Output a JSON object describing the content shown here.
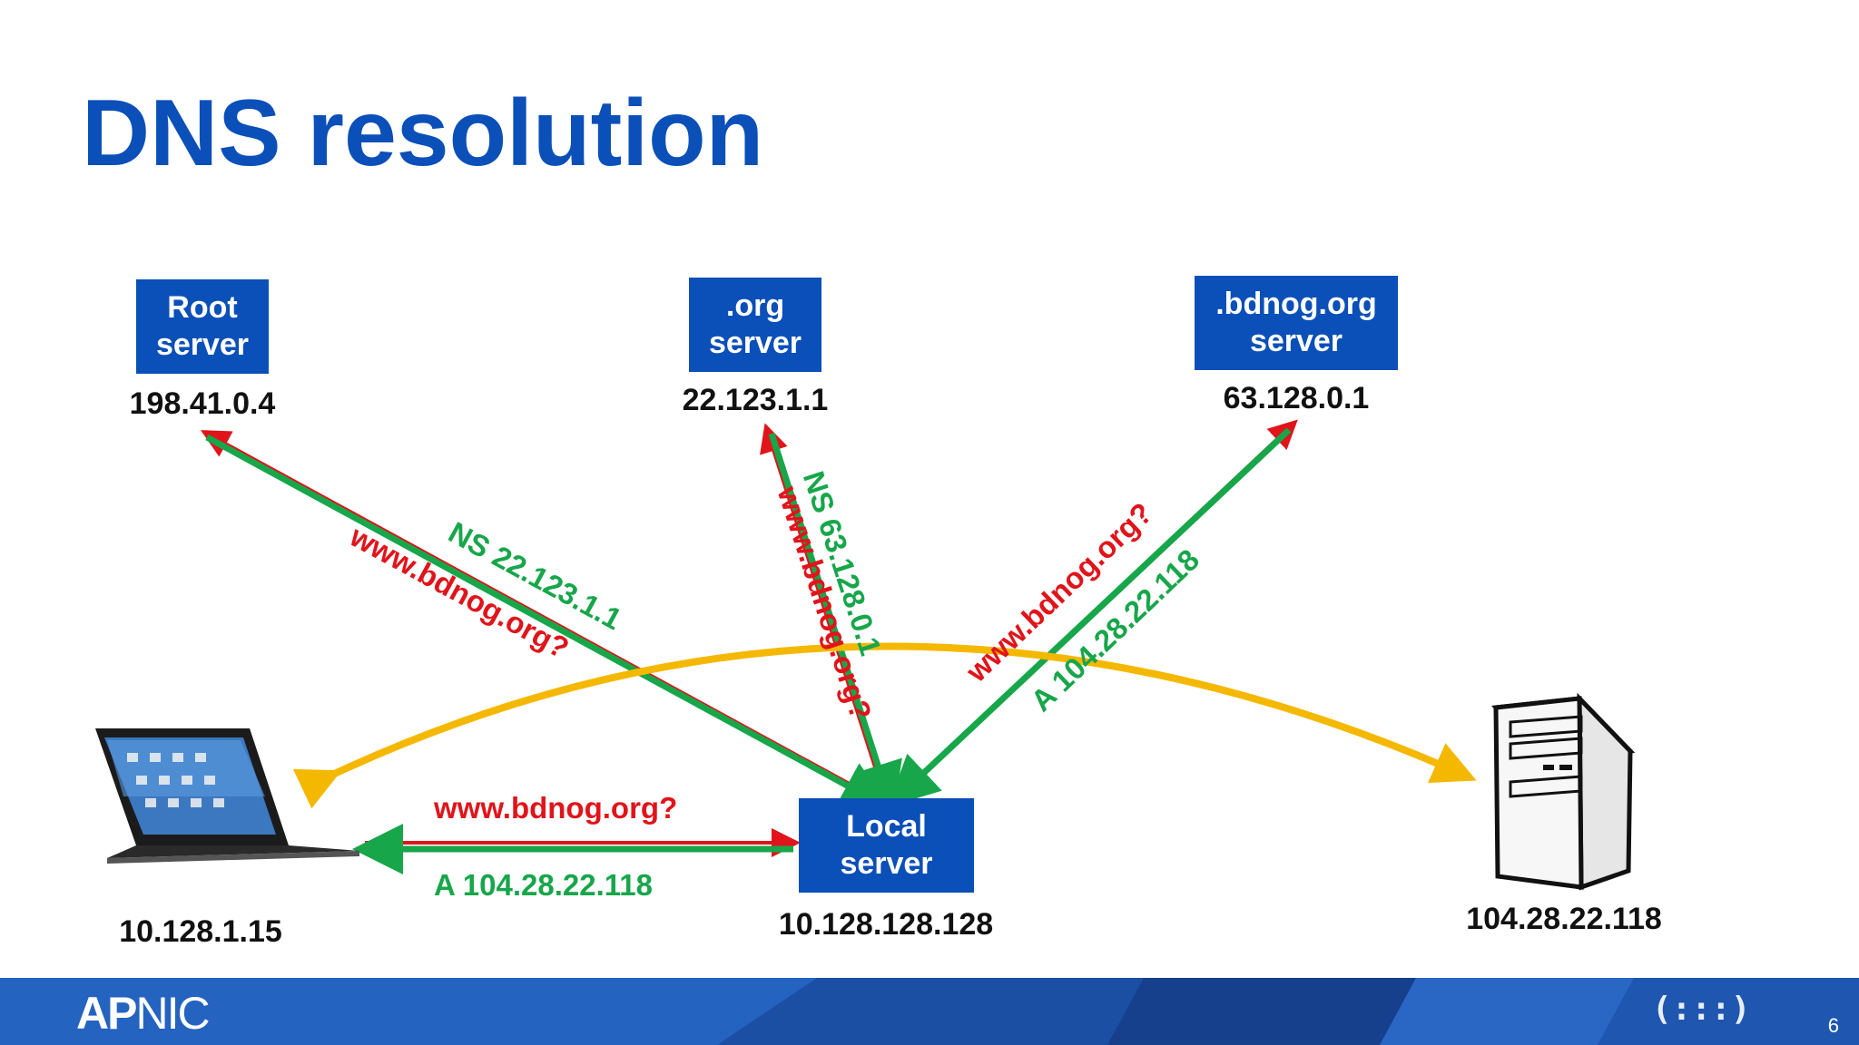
{
  "title": "DNS resolution",
  "servers": {
    "root": {
      "label": "Root\nserver",
      "ip": "198.41.0.4"
    },
    "org": {
      "label": ".org\nserver",
      "ip": "22.123.1.1"
    },
    "bdnog": {
      "label": ".bdnog.org\nserver",
      "ip": "63.128.0.1"
    },
    "local": {
      "label": "Local\nserver",
      "ip": "10.128.128.128"
    }
  },
  "client": {
    "ip": "10.128.1.15",
    "icon": "tablet-keyboard-icon"
  },
  "web_server": {
    "ip": "104.28.22.118",
    "icon": "server-tower-icon"
  },
  "arrows": {
    "client_query": "www.bdnog.org?",
    "client_answer": "A 104.28.22.118",
    "root_query": "www.bdnog.org?",
    "root_answer": "NS 22.123.1.1",
    "org_query": "www.bdnog.org?",
    "org_answer": "NS 63.128.0.1",
    "bdnog_query": "www.bdnog.org?",
    "bdnog_answer": "A 104.28.22.118"
  },
  "colors": {
    "brand_blue": "#0b4fb8",
    "query_red": "#e0141a",
    "answer_green": "#17a64a",
    "connection_yellow": "#f5b800"
  },
  "footer": {
    "logo_bold": "AP",
    "logo_thin": "NIC",
    "page_number": "6",
    "mark": "(:::)"
  }
}
